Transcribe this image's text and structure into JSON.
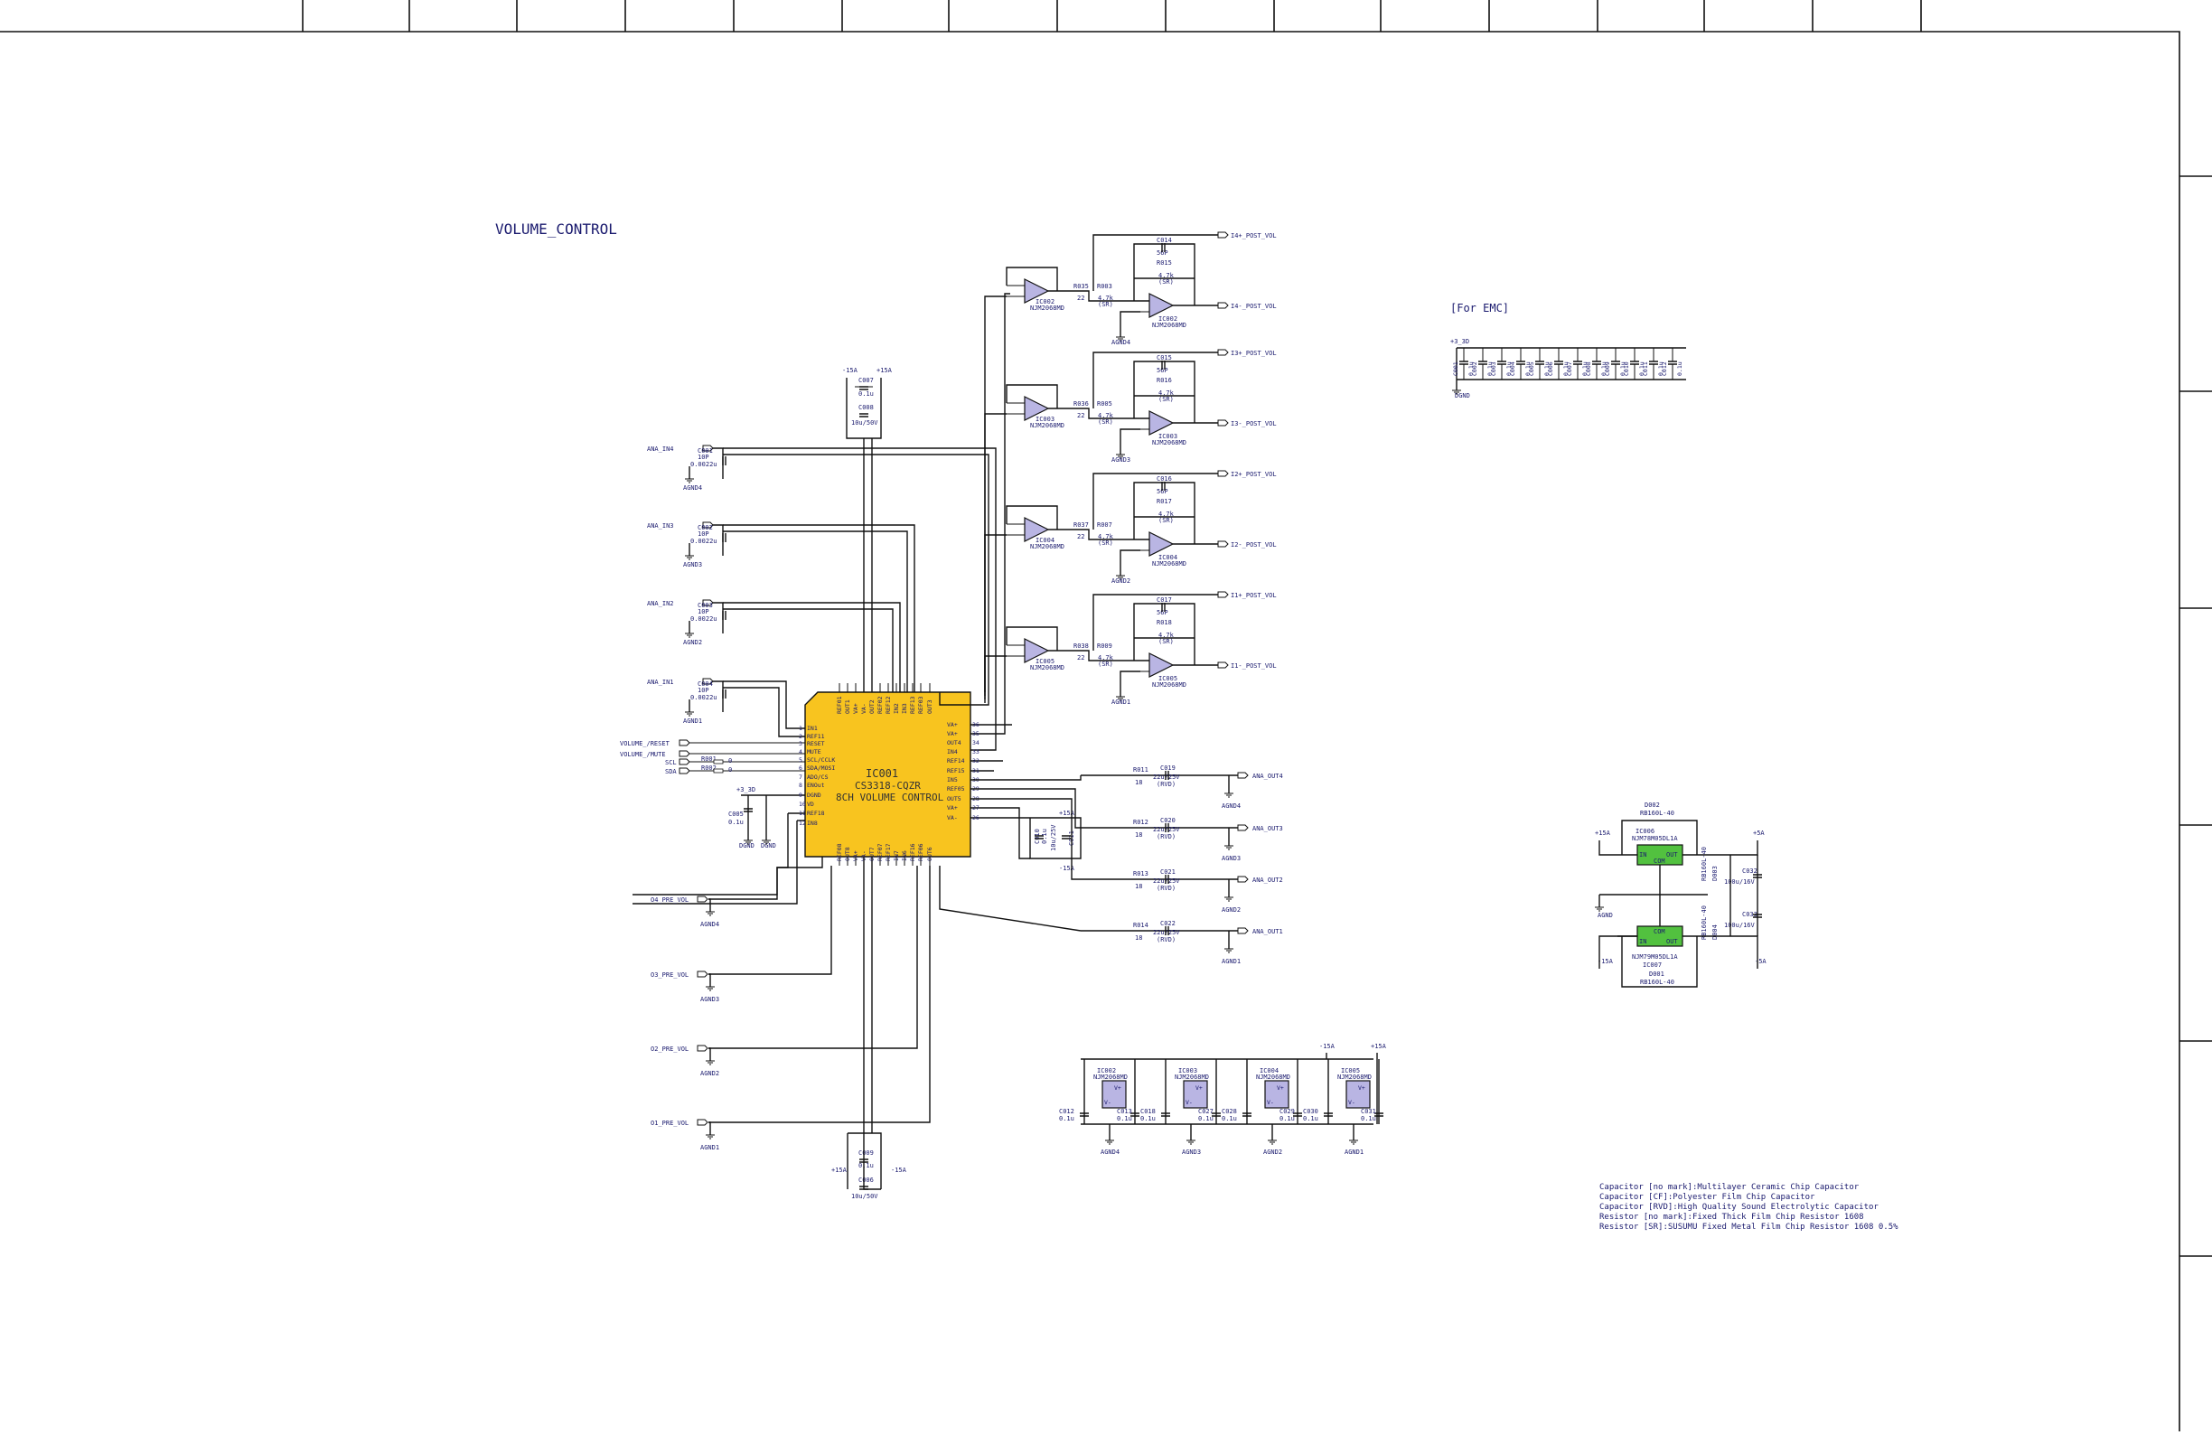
{
  "title": "VOLUME_CONTROL",
  "emc_label": "[For EMC]",
  "emc": {
    "supply": "+3_3D",
    "gnd": "DGND",
    "caps": [
      {
        "ref": "C001",
        "val": "0.1u"
      },
      {
        "ref": "C002",
        "val": "0.1u"
      },
      {
        "ref": "C003",
        "val": "0.1u"
      },
      {
        "ref": "C004",
        "val": "0.1u"
      },
      {
        "ref": "C005",
        "val": "0.1u"
      },
      {
        "ref": "C006",
        "val": "0.1u"
      },
      {
        "ref": "C007",
        "val": "0.1u"
      },
      {
        "ref": "C008",
        "val": "0.1u"
      },
      {
        "ref": "C009",
        "val": "0.1u"
      },
      {
        "ref": "C010",
        "val": "0.1u"
      },
      {
        "ref": "C011",
        "val": "0.1u"
      },
      {
        "ref": "C012",
        "val": "0.1u"
      }
    ]
  },
  "main_ic": {
    "ref": "IC001",
    "part": "CS3318-CQZR",
    "desc": "8CH VOLUME CONTROL",
    "left_pins": [
      "IN1",
      "REF11",
      "RESET",
      "MUTE",
      "SCL/CCLK",
      "SDA/MOSI",
      "ADO/CS",
      "ENOut",
      "DGND",
      "VD",
      "REF18",
      "IN8"
    ],
    "left_nums": [
      "1",
      "2",
      "3",
      "4",
      "5",
      "6",
      "7",
      "8",
      "9",
      "10",
      "11",
      "12"
    ],
    "right_pins": [
      "VA+",
      "VA+",
      "OUT4",
      "IN4",
      "REF14",
      "REF15",
      "IN5",
      "REF05",
      "OUT5",
      "VA+",
      "VA-"
    ],
    "right_nums": [
      "36",
      "35",
      "34",
      "33",
      "32",
      "31",
      "30",
      "29",
      "28",
      "27",
      "26"
    ],
    "top_pins": [
      "REF01",
      "OUT1",
      "VA+",
      "VA-",
      "OUT2",
      "REF02",
      "REF12",
      "IN2",
      "IN3",
      "REF13",
      "REF03",
      "OUT3"
    ],
    "bottom_pins": [
      "REF08",
      "OUT8",
      "VA+",
      "VA-",
      "OUT7",
      "REF07",
      "REF17",
      "IN7",
      "IN6",
      "REF16",
      "REF06",
      "OUT6"
    ]
  },
  "inputs": [
    {
      "net": "ANA_IN4",
      "c": "C001",
      "v1": "10P",
      "v2": "0.0022u",
      "gnd": "AGND4"
    },
    {
      "net": "ANA_IN3",
      "c": "C002",
      "v1": "10P",
      "v2": "0.0022u",
      "gnd": "AGND3"
    },
    {
      "net": "ANA_IN2",
      "c": "C003",
      "v1": "10P",
      "v2": "0.0022u",
      "gnd": "AGND2"
    },
    {
      "net": "ANA_IN1",
      "c": "C004",
      "v1": "10P",
      "v2": "0.0022u",
      "gnd": "AGND1"
    }
  ],
  "controls": [
    {
      "net": "VOLUME_/RESET"
    },
    {
      "net": "VOLUME_/MUTE"
    },
    {
      "net": "SCL",
      "r": "R001",
      "rv": "0"
    },
    {
      "net": "SDA",
      "r": "R002",
      "rv": "0"
    }
  ],
  "digital_supply": {
    "net": "+3_3D",
    "cap": "C005",
    "val": "0.1u",
    "gnd1": "DGND",
    "gnd2": "DGND"
  },
  "top_supply": {
    "neg": "-15A",
    "pos": "+15A",
    "c1": "C007",
    "c1v": "0.1u",
    "c2": "C008",
    "c2v": "10u/50V"
  },
  "bottom_supply": {
    "neg": "-15A",
    "pos": "+15A",
    "c1": "C009",
    "c1v": "0.1u",
    "c2": "C006",
    "c2v": "10u/50V"
  },
  "mid_supply": {
    "pos": "+15A",
    "neg": "-15A",
    "c": "C011",
    "cv": "10u/25V",
    "c2": "C010",
    "c2v": "0.1u"
  },
  "pre_vol": [
    {
      "net": "O4_PRE_VOL",
      "gnd": "AGND4"
    },
    {
      "net": "O3_PRE_VOL",
      "gnd": "AGND3"
    },
    {
      "net": "O2_PRE_VOL",
      "gnd": "AGND2"
    },
    {
      "net": "O1_PRE_VOL",
      "gnd": "AGND1"
    }
  ],
  "channels": [
    {
      "pos": "I4+_POST_VOL",
      "neg": "I4-_POST_VOL",
      "buf": "IC002",
      "amp": "IC002",
      "part": "NJM2068MD",
      "rin": "R035",
      "rinv": "22",
      "r2": "R003",
      "r2v": "4.7k",
      "r2t": "(SR)",
      "c": "C014",
      "cv": "56P",
      "rf": "R015",
      "rfv": "4.7k",
      "rft": "(SR)",
      "gnd": "AGND4"
    },
    {
      "pos": "I3+_POST_VOL",
      "neg": "I3-_POST_VOL",
      "buf": "IC003",
      "amp": "IC003",
      "part": "NJM2068MD",
      "rin": "R036",
      "rinv": "22",
      "r2": "R005",
      "r2v": "4.7k",
      "r2t": "(SR)",
      "c": "C015",
      "cv": "56P",
      "rf": "R016",
      "rfv": "4.7k",
      "rft": "(SR)",
      "gnd": "AGND3"
    },
    {
      "pos": "I2+_POST_VOL",
      "neg": "I2-_POST_VOL",
      "buf": "IC004",
      "amp": "IC004",
      "part": "NJM2068MD",
      "rin": "R037",
      "rinv": "22",
      "r2": "R007",
      "r2v": "4.7k",
      "r2t": "(SR)",
      "c": "C016",
      "cv": "56P",
      "rf": "R017",
      "rfv": "4.7k",
      "rft": "(SR)",
      "gnd": "AGND2"
    },
    {
      "pos": "I1+_POST_VOL",
      "neg": "I1-_POST_VOL",
      "buf": "IC005",
      "amp": "IC005",
      "part": "NJM2068MD",
      "rin": "R038",
      "rinv": "22",
      "r2": "R009",
      "r2v": "4.7k",
      "r2t": "(SR)",
      "c": "C017",
      "cv": "56P",
      "rf": "R018",
      "rfv": "4.7k",
      "rft": "(SR)",
      "gnd": "AGND1"
    }
  ],
  "outputs": [
    {
      "net": "ANA_OUT4",
      "r": "R011",
      "rv": "18",
      "c": "C019",
      "cv": "22u/25V",
      "ct": "(RVD)",
      "gnd": "AGND4"
    },
    {
      "net": "ANA_OUT3",
      "r": "R012",
      "rv": "18",
      "c": "C020",
      "cv": "22u/25V",
      "ct": "(RVD)",
      "gnd": "AGND3"
    },
    {
      "net": "ANA_OUT2",
      "r": "R013",
      "rv": "18",
      "c": "C021",
      "cv": "22u/25V",
      "ct": "(RVD)",
      "gnd": "AGND2"
    },
    {
      "net": "ANA_OUT1",
      "r": "R014",
      "rv": "18",
      "c": "C022",
      "cv": "22u/25V",
      "ct": "(RVD)",
      "gnd": "AGND1"
    }
  ],
  "decoupling": {
    "neg": "-15A",
    "pos": "+15A",
    "ics": [
      {
        "ref": "IC002",
        "part": "NJM2068MD",
        "ca": "C012",
        "cav": "0.1u",
        "cb": "C013",
        "cbv": "0.1u",
        "gnd": "AGND4"
      },
      {
        "ref": "IC003",
        "part": "NJM2068MD",
        "ca": "C018",
        "cav": "0.1u",
        "cb": "C027",
        "cbv": "0.1u",
        "gnd": "AGND3"
      },
      {
        "ref": "IC004",
        "part": "NJM2068MD",
        "ca": "C028",
        "cav": "0.1u",
        "cb": "C029",
        "cbv": "0.1u",
        "gnd": "AGND2"
      },
      {
        "ref": "IC005",
        "part": "NJM2068MD",
        "ca": "C030",
        "cav": "0.1u",
        "cb": "C031",
        "cbv": "0.1u",
        "gnd": "AGND1"
      }
    ],
    "v_plus": "V+",
    "v_minus": "V-"
  },
  "regulators": {
    "d1": "D002",
    "d1v": "RB160L-40",
    "d2": "D001",
    "d2v": "RB160L-40",
    "u1": "IC006",
    "u1p": "NJM78M05DL1A",
    "u2": "IC007",
    "u2p": "NJM79M05DL1A",
    "in": "IN",
    "out": "OUT",
    "com": "COM",
    "vin_pos": "+15A",
    "vin_neg": "-15A",
    "gnd": "AGND",
    "vout_pos": "+5A",
    "vout_neg": "-5A",
    "d3": "D003",
    "d3v": "RB160L-40",
    "d4": "D004",
    "d4v": "RB160L-40",
    "c1": "C032",
    "c1v": "100u/16V",
    "c2": "C033",
    "c2v": "100u/16V"
  },
  "notes": [
    "Capacitor [no mark]:Multilayer Ceramic Chip Capacitor",
    "Capacitor [CF]:Polyester Film Chip Capacitor",
    "Capacitor [RVD]:High Quality Sound Electrolytic Capacitor",
    "Resistor [no mark]:Fixed Thick Film Chip Resistor 1608",
    "Resistor [SR]:SUSUMU Fixed Metal Film Chip Resistor 1608 0.5%"
  ]
}
